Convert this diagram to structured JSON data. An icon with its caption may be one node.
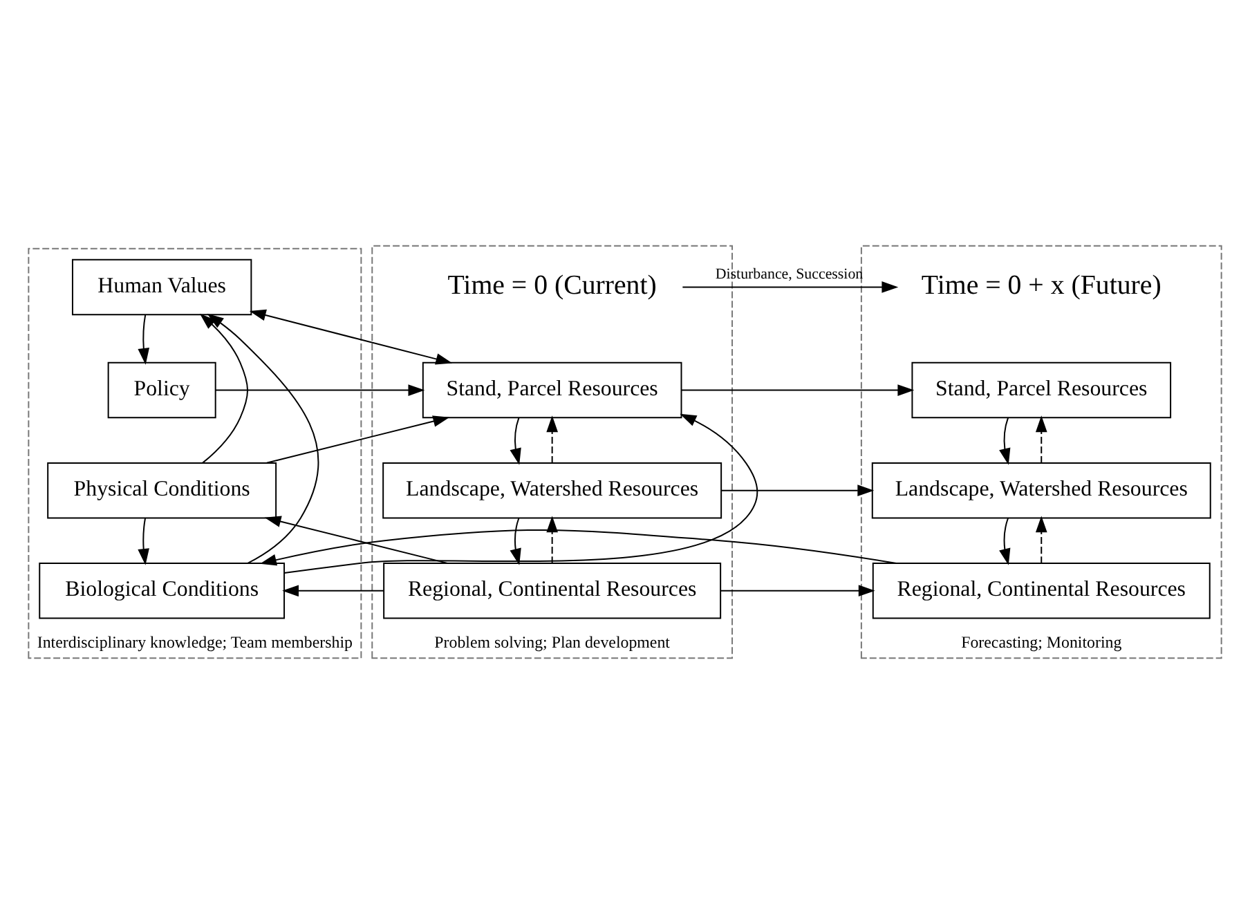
{
  "diagram": {
    "nodes": [
      {
        "text": [
          "Interdisciplinary knowledge; Team membership"
        ]
      },
      {
        "text": [
          "Human Values"
        ],
        "in": 0
      },
      {
        "text": [
          "Policy"
        ],
        "in": 0
      },
      {
        "text": [
          "Physical Conditions"
        ],
        "in": 0
      },
      {
        "text": [
          "Biological Conditions"
        ],
        "in": 0
      },
      {
        "text": [
          "Problem solving; Plan development"
        ]
      },
      {
        "text": [
          "Time = 0 (Current)"
        ],
        "in": 5
      },
      {
        "text": [
          "Stand, Parcel Resources"
        ],
        "in": 5
      },
      {
        "text": [
          "Landscape, Watershed Resources"
        ],
        "in": 5
      },
      {
        "text": [
          "Regional, Continental Resources"
        ],
        "in": 5
      },
      {
        "text": [
          "Forecasting; Monitoring"
        ]
      },
      {
        "text": [
          "Time = 0 + x (Future)"
        ],
        "in": 10
      },
      {
        "text": [
          "Stand, Parcel Resources"
        ],
        "in": 10
      },
      {
        "text": [
          "Landscape, Watershed Resources"
        ],
        "in": 10
      },
      {
        "text": [
          "Regional, Continental Resources"
        ],
        "in": 10
      }
    ],
    "edges": [
      {
        "from": 1,
        "to": 2,
        "arrow": "to"
      },
      {
        "from": 1,
        "to": 7,
        "arrow": "both"
      },
      {
        "from": 2,
        "to": 7,
        "arrow": "to"
      },
      {
        "from": 3,
        "to": 7,
        "arrow": "to"
      },
      {
        "from": 4,
        "to": 7,
        "arrow": "to"
      },
      {
        "from": 3,
        "to": 1,
        "arrow": "to"
      },
      {
        "from": 4,
        "to": 1,
        "arrow": "to"
      },
      {
        "from": 3,
        "to": 4,
        "arrow": "to"
      },
      {
        "from": 6,
        "to": 11,
        "arrow": "to",
        "label": "Disturbance, Succession"
      },
      {
        "from": 7,
        "to": 8,
        "arrow": "to"
      },
      {
        "from": 8,
        "to": 7,
        "arrow": "to",
        "style": "dashed"
      },
      {
        "from": 8,
        "to": 9,
        "arrow": "to"
      },
      {
        "from": 9,
        "to": 8,
        "arrow": "to",
        "style": "dashed"
      },
      {
        "from": 12,
        "to": 13,
        "arrow": "to"
      },
      {
        "from": 13,
        "to": 12,
        "arrow": "to",
        "style": "dashed"
      },
      {
        "from": 13,
        "to": 14,
        "arrow": "to"
      },
      {
        "from": 14,
        "to": 13,
        "arrow": "to",
        "style": "dashed"
      },
      {
        "from": 7,
        "to": 12,
        "arrow": "to"
      },
      {
        "from": 8,
        "to": 13,
        "arrow": "to"
      },
      {
        "from": 9,
        "to": 14,
        "arrow": "to"
      },
      {
        "from": 9,
        "to": 3,
        "arrow": "to"
      },
      {
        "from": 9,
        "to": 4,
        "arrow": "to"
      },
      {
        "from": 14,
        "to": 4,
        "arrow": "to"
      }
    ]
  }
}
